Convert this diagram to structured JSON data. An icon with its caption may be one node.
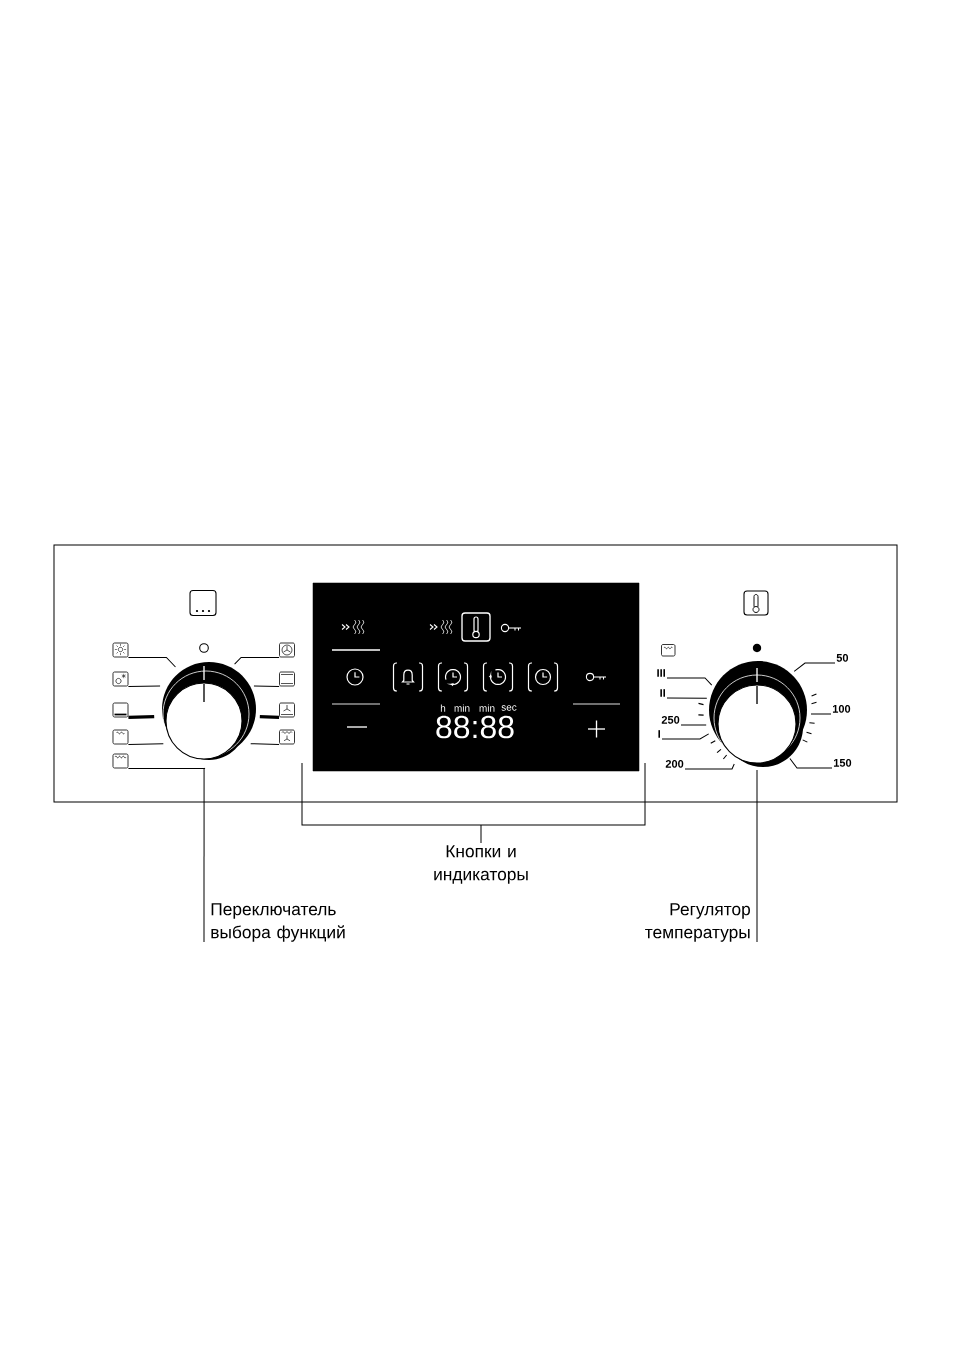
{
  "diagram": {
    "nodes": [
      {
        "text": [],
        "shape": "box"
      },
      {
        "text": [],
        "shape": "circle",
        "in": 0
      },
      {
        "text": [],
        "shape": "picture",
        "in": 0
      },
      {
        "text": [],
        "shape": "picture",
        "in": 0
      },
      {
        "text": [],
        "shape": "picture",
        "in": 0
      },
      {
        "text": [],
        "shape": "picture",
        "in": 0
      },
      {
        "text": [],
        "shape": "picture",
        "in": 0
      },
      {
        "text": [],
        "shape": "picture",
        "in": 0
      },
      {
        "text": [],
        "shape": "picture",
        "in": 0
      },
      {
        "text": [],
        "shape": "picture",
        "in": 0
      },
      {
        "text": [],
        "shape": "picture",
        "in": 0
      },
      {
        "text": [],
        "shape": "box",
        "in": 0
      },
      {
        "text": [],
        "shape": "circle",
        "in": 0
      },
      {
        "text": [
          "III"
        ],
        "in": 0
      },
      {
        "text": [
          "II"
        ],
        "in": 0
      },
      {
        "text": [
          "250"
        ],
        "in": 0
      },
      {
        "text": [
          "I"
        ],
        "in": 0
      },
      {
        "text": [
          "200"
        ],
        "in": 0
      },
      {
        "text": [
          "50"
        ],
        "in": 0
      },
      {
        "text": [
          "100"
        ],
        "in": 0
      },
      {
        "text": [
          "150"
        ],
        "in": 0
      },
      {
        "text": [
          "Переключатель выбора функций"
        ]
      },
      {
        "text": [
          "Регулятор температуры"
        ]
      }
    ],
    "edges": [
      {
        "from": 2,
        "to": 1,
        "arrow": "none"
      },
      {
        "from": 3,
        "to": 1,
        "arrow": "none"
      },
      {
        "from": 4,
        "to": 1,
        "arrow": "none",
        "style": "thick"
      },
      {
        "from": 5,
        "to": 1,
        "arrow": "none"
      },
      {
        "from": 6,
        "to": 1,
        "arrow": "none"
      },
      {
        "from": 7,
        "to": 1,
        "arrow": "none"
      },
      {
        "from": 8,
        "to": 1,
        "arrow": "none"
      },
      {
        "from": 9,
        "to": 1,
        "arrow": "none",
        "style": "thick"
      },
      {
        "from": 10,
        "to": 1,
        "arrow": "none"
      },
      {
        "from": 13,
        "to": 12,
        "arrow": "none"
      },
      {
        "from": 14,
        "to": 12,
        "arrow": "none"
      },
      {
        "from": 15,
        "to": 12,
        "arrow": "none"
      },
      {
        "from": 16,
        "to": 12,
        "arrow": "none"
      },
      {
        "from": 17,
        "to": 12,
        "arrow": "none"
      },
      {
        "from": 18,
        "to": 12,
        "arrow": "none"
      },
      {
        "from": 19,
        "to": 12,
        "arrow": "none"
      },
      {
        "from": 20,
        "to": 12,
        "arrow": "none"
      },
      {
        "from": 21,
        "to": 1,
        "arrow": "none"
      },
      {
        "from": 22,
        "to": 12,
        "arrow": "none"
      }
    ],
    "labels": [
      "h",
      "min",
      "min",
      "sec",
      "88:88",
      "Кнопки и индикаторы"
    ]
  }
}
